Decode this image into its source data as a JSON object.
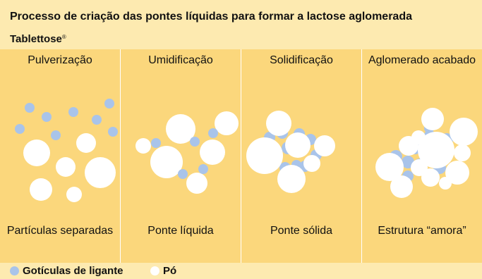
{
  "title": "Processo de criação das pontes líquidas para formar a lactose aglomerada",
  "subtitle": "Tablettose",
  "subtitle_mark": "®",
  "panels": [
    {
      "title": "Pulverização",
      "caption": "Partículas separadas"
    },
    {
      "title": "Umidificação",
      "caption": "Ponte líquida"
    },
    {
      "title": "Solidificação",
      "caption": "Ponte sólida"
    },
    {
      "title": "Aglomerado acabado",
      "caption": "Estrutura “amora”"
    }
  ],
  "legend": [
    {
      "label": "Gotículas de ligante",
      "color": "#a9c4ea"
    },
    {
      "label": "Pó",
      "color": "#ffffff"
    }
  ],
  "colors": {
    "panel_bg": "#fbd77c",
    "header_bg": "#fdeab0",
    "binder": "#a9c4ea",
    "powder": "#ffffff"
  }
}
